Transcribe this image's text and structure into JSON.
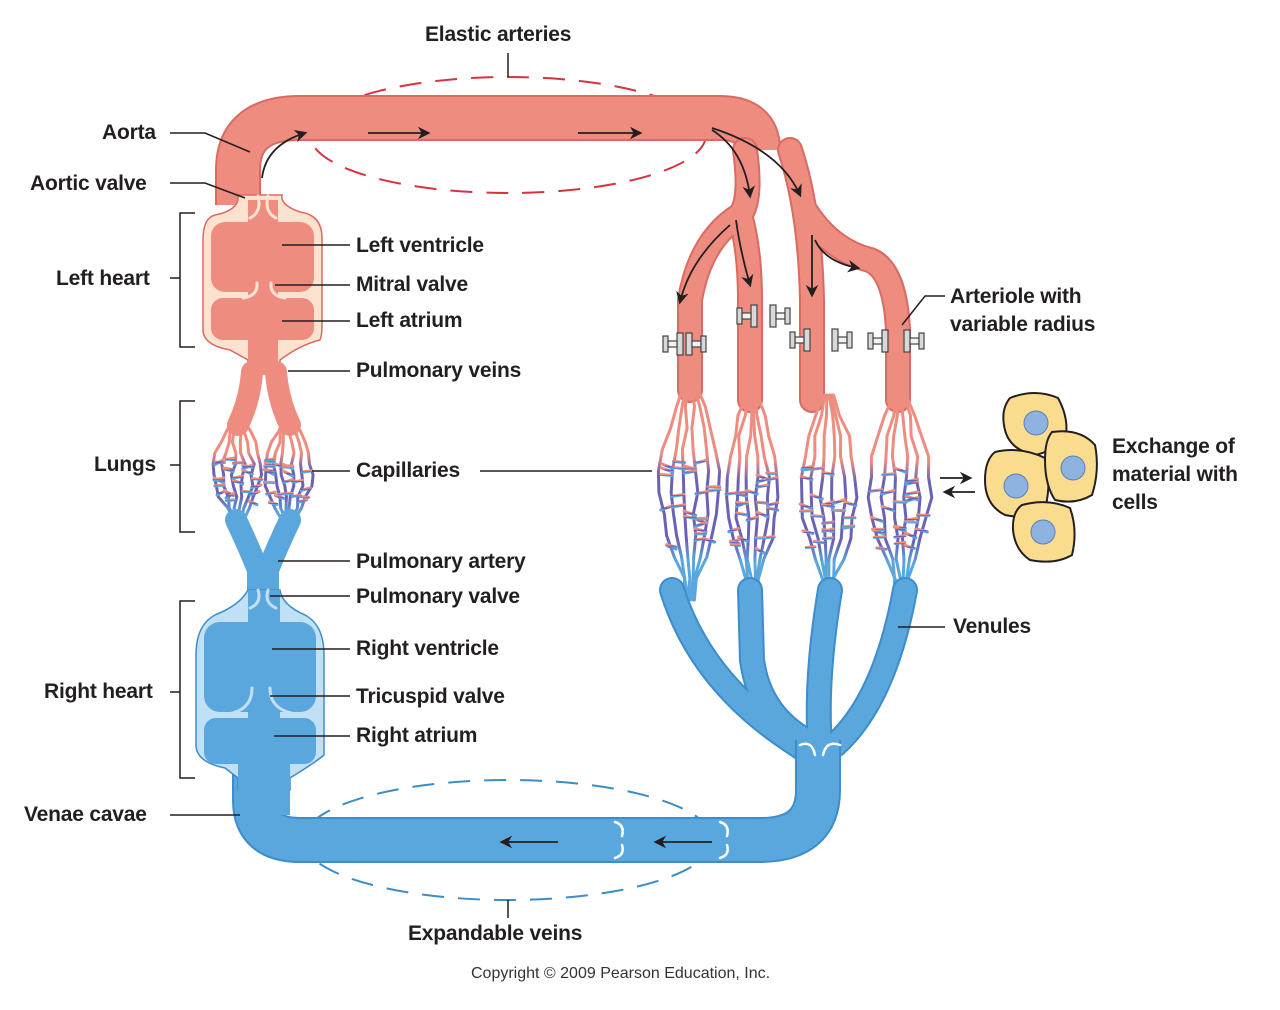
{
  "title": "Cardiovascular system overview",
  "colors": {
    "oxygenated": "#ef8c80",
    "oxygenated_dark": "#d96b62",
    "heart_wall_left": "#fde3cf",
    "deoxygenated": "#5aa7de",
    "deoxygenated_dark": "#3d8ccc",
    "heart_wall_right": "#bfe0f5",
    "capillary": "#6a62b4",
    "cell_fill": "#f9dc8e",
    "nucleus": "#8fb3e0",
    "artery_dash": "#d8323f",
    "vein_dash": "#3b8dc4",
    "label_text": "#231f20"
  },
  "labels": {
    "elastic_arteries": "Elastic arteries",
    "aorta": "Aorta",
    "aortic_valve": "Aortic valve",
    "left_heart": "Left heart",
    "left_ventricle": "Left ventricle",
    "mitral_valve": "Mitral valve",
    "left_atrium": "Left atrium",
    "pulmonary_veins": "Pulmonary veins",
    "lungs": "Lungs",
    "capillaries": "Capillaries",
    "pulmonary_artery": "Pulmonary artery",
    "pulmonary_valve": "Pulmonary valve",
    "right_heart": "Right heart",
    "right_ventricle": "Right ventricle",
    "tricuspid_valve": "Tricuspid valve",
    "right_atrium": "Right atrium",
    "venae_cavae": "Venae cavae",
    "expandable_veins": "Expandable veins",
    "arteriole": "Arteriole with\nvariable radius",
    "exchange": "Exchange of\nmaterial with\ncells",
    "venules": "Venules"
  },
  "copyright": "Copyright © 2009 Pearson Education, Inc."
}
